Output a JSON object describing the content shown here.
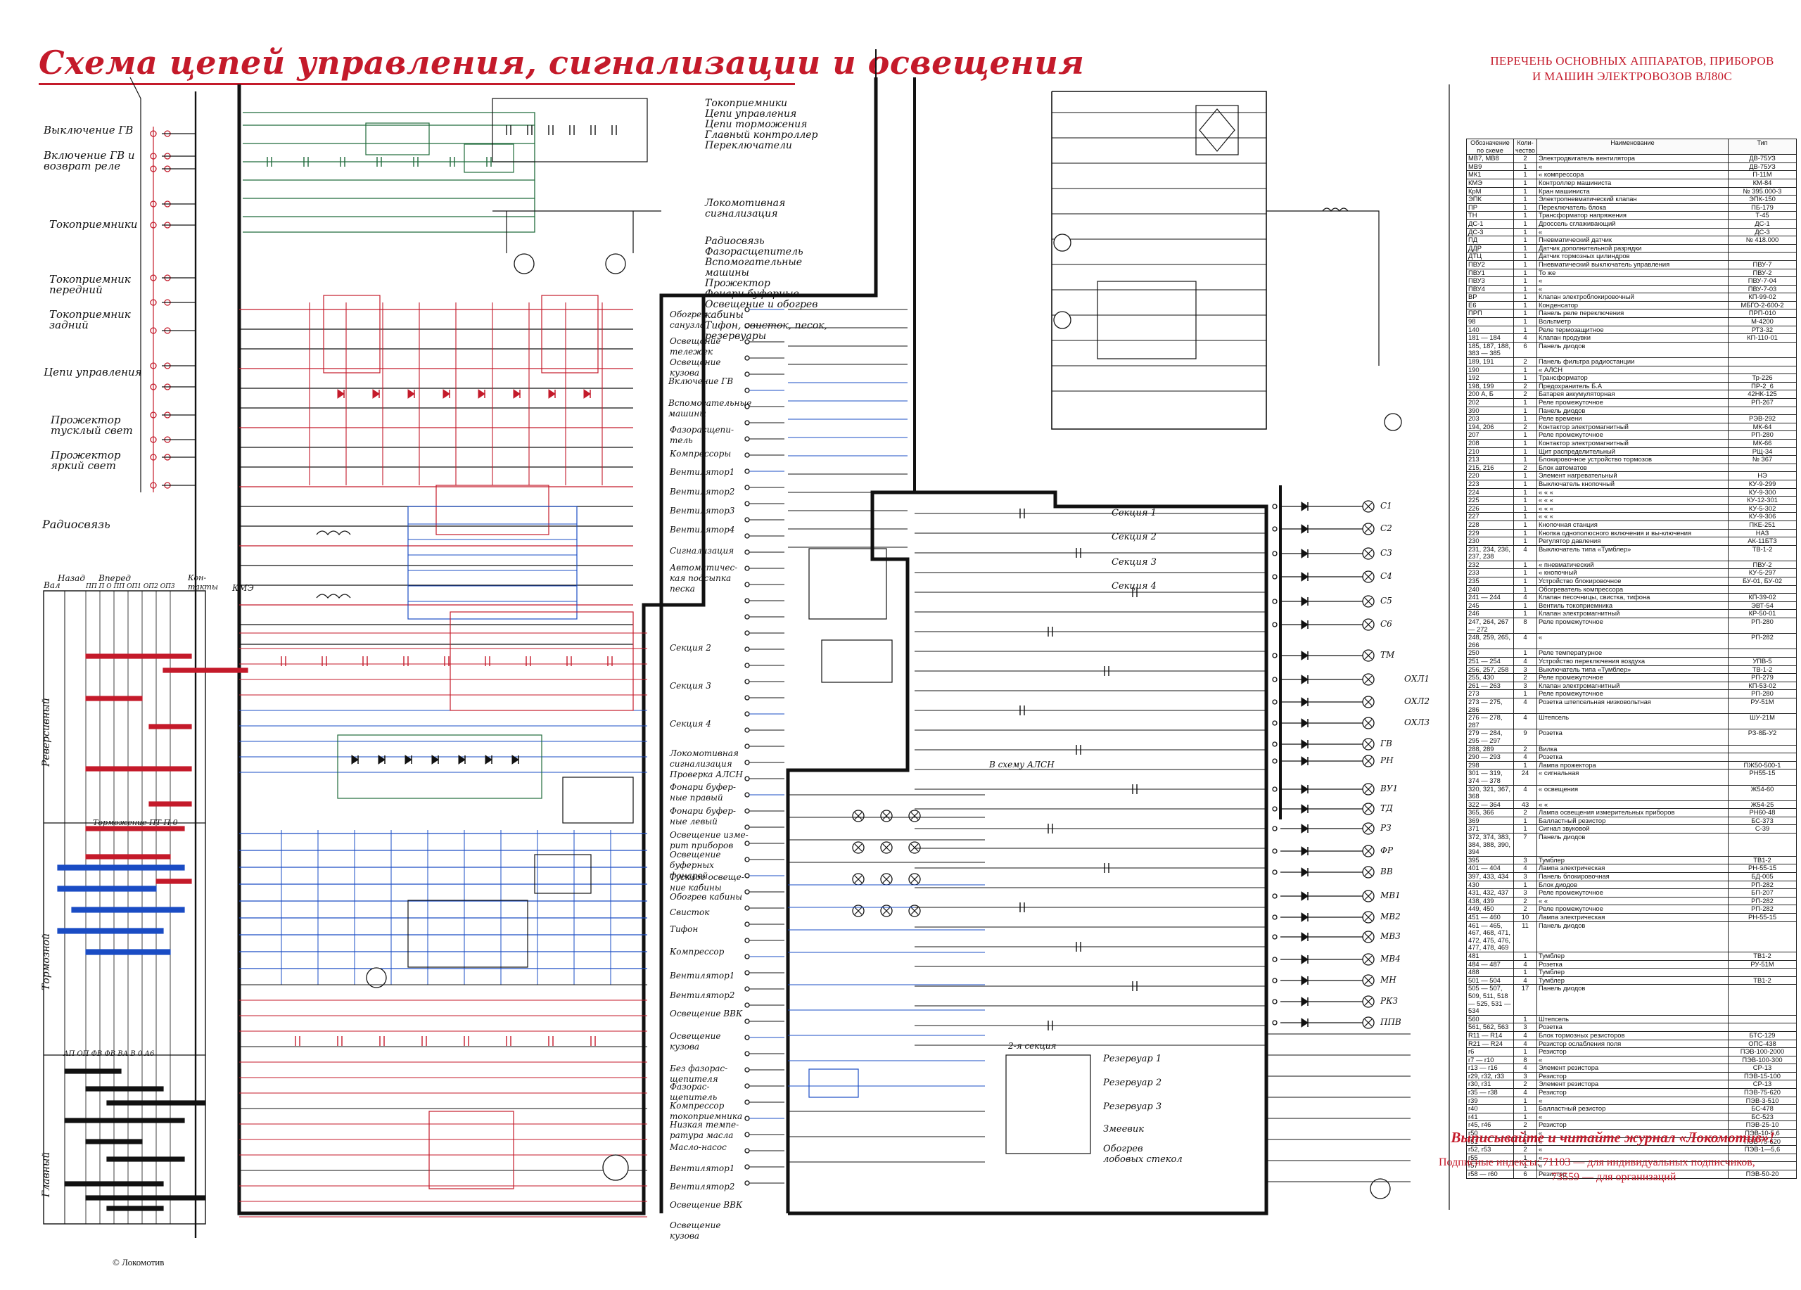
{
  "title": "Схема цепей управления, сигнализации и освещения",
  "perechen": {
    "line1": "ПЕРЕЧЕНЬ ОСНОВНЫХ АППАРАТОВ, ПРИБОРОВ",
    "line2": "И МАШИН ЭЛЕКТРОВОЗОВ ВЛ80С"
  },
  "spec_table": {
    "headers": [
      "Обозначение по схеме",
      "Коли-чество",
      "Наименование",
      "Тип"
    ],
    "rows": [
      [
        "МВ7, МВ8",
        "2",
        "Электродвигатель вентилятора",
        "ДВ-75УЗ"
      ],
      [
        "МВ9",
        "1",
        "«",
        "ДВ-75УЗ"
      ],
      [
        "МК1",
        "1",
        "« компрессора",
        "П-11М"
      ],
      [
        "КМЭ",
        "1",
        "Контроллер машиниста",
        "КМ-84"
      ],
      [
        "КрМ",
        "1",
        "Кран машиниста",
        "№ 395.000-3"
      ],
      [
        "ЭПК",
        "1",
        "Электропневматический клапан",
        "ЭПК-150"
      ],
      [
        "ПР",
        "1",
        "Переключатель блока",
        "ПБ-179"
      ],
      [
        "ТН",
        "1",
        "Трансформатор напряжения",
        "Т-45"
      ],
      [
        "ДС-1",
        "1",
        "Дроссель сглаживающий",
        "ДС-1"
      ],
      [
        "ДС-3",
        "1",
        "«",
        "ДС-3"
      ],
      [
        "ПД",
        "1",
        "Пневматический датчик",
        "№ 418.000"
      ],
      [
        "ДДР",
        "1",
        "Датчик дополнительной разрядки",
        ""
      ],
      [
        "ДТЦ",
        "1",
        "Датчик тормозных цилиндров",
        ""
      ],
      [
        "ПВУ2",
        "1",
        "Пневматический выключатель управления",
        "ПВУ-7"
      ],
      [
        "ПВУ1",
        "1",
        "То же",
        "ПВУ-2"
      ],
      [
        "ПВУ3",
        "1",
        "«",
        "ПВУ-7-04"
      ],
      [
        "ПВУ4",
        "1",
        "«",
        "ПВУ-7-03"
      ],
      [
        "ВР",
        "1",
        "Клапан электроблокировочный",
        "КП-99-02"
      ],
      [
        "Е6",
        "1",
        "Конденсатор",
        "МБГО-2-600-2"
      ],
      [
        "ПРП",
        "1",
        "Панель реле переключения",
        "ПРП-010"
      ],
      [
        "98",
        "1",
        "Вольтметр",
        "М-4200"
      ],
      [
        "140",
        "1",
        "Реле термозащитное",
        "РТ3-32"
      ],
      [
        "181 — 184",
        "4",
        "Клапан продувки",
        "КП-110-01"
      ],
      [
        "185, 187, 188, 383 — 385",
        "6",
        "Панель диодов",
        ""
      ],
      [
        "189, 191",
        "2",
        "Панель фильтра радиостанции",
        ""
      ],
      [
        "190",
        "1",
        "« АЛСН",
        ""
      ],
      [
        "192",
        "1",
        "Трансформатор",
        "Тр-226"
      ],
      [
        "198, 199",
        "2",
        "Предохранитель Б.А",
        "ПР-2_6"
      ],
      [
        "200 А, Б",
        "2",
        "Батарея аккумуляторная",
        "42НК-125"
      ],
      [
        "202",
        "1",
        "Реле промежуточное",
        "РП-267"
      ],
      [
        "390",
        "1",
        "Панель диодов",
        ""
      ],
      [
        "203",
        "1",
        "Реле времени",
        "РЭВ-292"
      ],
      [
        "194, 206",
        "2",
        "Контактор электромагнитный",
        "МК-64"
      ],
      [
        "207",
        "1",
        "Реле промежуточное",
        "РП-280"
      ],
      [
        "208",
        "1",
        "Контактор электромагнитный",
        "МК-66"
      ],
      [
        "210",
        "1",
        "Щит распределительный",
        "РЩ-34"
      ],
      [
        "213",
        "1",
        "Блокировочное устройство тормозов",
        "№ 367"
      ],
      [
        "215, 216",
        "2",
        "Блок автоматов",
        ""
      ],
      [
        "220",
        "1",
        "Элемент нагревательный",
        "НЭ"
      ],
      [
        "223",
        "1",
        "Выключатель кнопочный",
        "КУ-9-299"
      ],
      [
        "224",
        "1",
        "« « «",
        "КУ-9-300"
      ],
      [
        "225",
        "1",
        "« « «",
        "КУ-12-301"
      ],
      [
        "226",
        "1",
        "« « «",
        "КУ-5-302"
      ],
      [
        "227",
        "1",
        "« « «",
        "КУ-9-306"
      ],
      [
        "228",
        "1",
        "Кнопочная станция",
        "ПКЕ-251"
      ],
      [
        "229",
        "1",
        "Кнопка однополюсного включения и вы-ключения",
        "НАЗ"
      ],
      [
        "230",
        "1",
        "Регулятор давления",
        "АК-11БТЗ"
      ],
      [
        "231, 234, 236, 237, 238",
        "4",
        "Выключатель типа «Тумблер»",
        "ТВ-1-2"
      ],
      [
        "232",
        "1",
        "« пневматический",
        "ПВУ-2"
      ],
      [
        "233",
        "1",
        "« кнопочный",
        "КУ-5-297"
      ],
      [
        "235",
        "1",
        "Устройство блокировочное",
        "БУ-01, БУ-02"
      ],
      [
        "240",
        "1",
        "Обогреватель компрессора",
        ""
      ],
      [
        "241 — 244",
        "4",
        "Клапан песочницы, свистка, тифона",
        "КП-39-02"
      ],
      [
        "245",
        "1",
        "Вентиль токоприемника",
        "ЭВТ-54"
      ],
      [
        "246",
        "1",
        "Клапан электромагнитный",
        "КР-50-01"
      ],
      [
        "247, 264, 267 — 272",
        "8",
        "Реле промежуточное",
        "РП-280"
      ],
      [
        "248, 259, 265, 266",
        "4",
        "«",
        "РП-282"
      ],
      [
        "250",
        "1",
        "Реле температурное",
        ""
      ],
      [
        "251 — 254",
        "4",
        "Устройство переключения воздуха",
        "УПВ-5"
      ],
      [
        "256, 257, 258",
        "3",
        "Выключатель типа «Тумблер»",
        "ТВ-1-2"
      ],
      [
        "255, 430",
        "2",
        "Реле промежуточное",
        "РП-279"
      ],
      [
        "261 — 263",
        "3",
        "Клапан электромагнитный",
        "КП-53-02"
      ],
      [
        "273",
        "1",
        "Реле промежуточное",
        "РП-280"
      ],
      [
        "273 — 275, 286",
        "4",
        "Розетка штепсельная низковольтная",
        "РУ-51М"
      ],
      [
        "276 — 278, 287",
        "4",
        "Штепсель",
        "ШУ-21М"
      ],
      [
        "279 — 284, 295 — 297",
        "9",
        "Розетка",
        "РЗ-8Б-У2"
      ],
      [
        "288, 289",
        "2",
        "Вилка",
        ""
      ],
      [
        "290 — 293",
        "4",
        "Розетка",
        ""
      ],
      [
        "298",
        "1",
        "Лампа прожектора",
        "ПЖ50-500-1"
      ],
      [
        "301 — 319, 374 — 378",
        "24",
        "« сигнальная",
        "РН55-15"
      ],
      [
        "320, 321, 367, 368",
        "4",
        "« освещения",
        "Ж54-60"
      ],
      [
        "322 — 364",
        "43",
        "« «",
        "Ж54-25"
      ],
      [
        "365, 366",
        "2",
        "Лампа освещения измерительных приборов",
        "РН60-48"
      ],
      [
        "369",
        "1",
        "Балластный резистор",
        "БС-373"
      ],
      [
        "371",
        "1",
        "Сигнал звуковой",
        "С-39"
      ],
      [
        "372, 374, 383, 384, 388, 390, 394",
        "7",
        "Панель диодов",
        ""
      ],
      [
        "395",
        "3",
        "Тумблер",
        "ТВ1-2"
      ],
      [
        "401 — 404",
        "4",
        "Лампа электрическая",
        "РН-55-15"
      ],
      [
        "397, 433, 434",
        "3",
        "Панель блокировочная",
        "БД-005"
      ],
      [
        "430",
        "1",
        "Блок диодов",
        "РП-282"
      ],
      [
        "431, 432, 437",
        "3",
        "Реле промежуточное",
        "БП-207"
      ],
      [
        "438, 439",
        "2",
        "« «",
        "РП-282"
      ],
      [
        "449, 450",
        "2",
        "Реле промежуточное",
        "РП-282"
      ],
      [
        "451 — 460",
        "10",
        "Лампа электрическая",
        "РН-55-15"
      ],
      [
        "461 — 465, 467, 468, 471, 472, 475, 476, 477, 478, 469",
        "11",
        "Панель диодов",
        ""
      ],
      [
        "481",
        "1",
        "Тумблер",
        "ТВ1-2"
      ],
      [
        "484 — 487",
        "4",
        "Розетка",
        "РУ-51М"
      ],
      [
        "488",
        "1",
        "Тумблер",
        ""
      ],
      [
        "501 — 504",
        "4",
        "Тумблер",
        "ТВ1-2"
      ],
      [
        "505 — 507, 509, 511, 518 — 525, 531 — 534",
        "17",
        "Панель диодов",
        ""
      ],
      [
        "560",
        "1",
        "Штепсель",
        ""
      ],
      [
        "561, 562, 563",
        "3",
        "Розетка",
        ""
      ],
      [
        "R11 — R14",
        "4",
        "Блок тормозных резисторов",
        "БТС-129"
      ],
      [
        "R21 — R24",
        "4",
        "Резистор ослабления поля",
        "ОПС-438"
      ],
      [
        "r6",
        "1",
        "Резистор",
        "ПЭВ-100-2000"
      ],
      [
        "r7 — r10",
        "8",
        "«",
        "ПЭВ-100-300"
      ],
      [
        "r13 — r16",
        "4",
        "Элемент резистора",
        "СР-13"
      ],
      [
        "r29, r32, r33",
        "3",
        "Резистор",
        "ПЭВ-15-100"
      ],
      [
        "r30, r31",
        "2",
        "Элемент резистора",
        "СР-13"
      ],
      [
        "r35 — r38",
        "4",
        "Резистор",
        "ПЭВ-75-620"
      ],
      [
        "r39",
        "1",
        "«",
        "ПЭВ-3-510"
      ],
      [
        "r40",
        "1",
        "Балластный резистор",
        "БС-478"
      ],
      [
        "r41",
        "1",
        "«",
        "БС-523"
      ],
      [
        "r45, r46",
        "2",
        "Резистор",
        "ПЭВ-25-10"
      ],
      [
        "r50",
        "1",
        "«",
        "ПЭВ-10-5,6"
      ],
      [
        "r51",
        "1",
        "«",
        "ПЭВ-75-620"
      ],
      [
        "r52, r53",
        "2",
        "«",
        "ПЭВ-1—5,6"
      ],
      [
        "r55",
        "1",
        "«",
        ""
      ],
      [
        "r57",
        "1",
        "«",
        ""
      ],
      [
        "r58 — r60",
        "6",
        "Резистор",
        "ПЭВ-50-20"
      ]
    ]
  },
  "left_labels": [
    {
      "text": "Выключение ГВ"
    },
    {
      "text": "Включение ГВ и\nвозврат реле"
    },
    {
      "text": "Токоприемники"
    },
    {
      "text": "Токоприемник\nпередний"
    },
    {
      "text": "Токоприемник\nзадний"
    },
    {
      "text": "Цепи управления"
    },
    {
      "text": "Прожектор\nтусклый свет"
    },
    {
      "text": "Прожектор\nяркий свет"
    },
    {
      "text": "Радиосвязь"
    }
  ],
  "kmz": {
    "title": "КМЭ",
    "col_val": "Вал",
    "col_back": "Назад",
    "col_fwd": "Вперед",
    "col_pos": "ПП П О ПП ОП1 ОП2 ОП3",
    "col_kont": "Кон-такты",
    "sections": [
      "Реверсивный",
      "Тормозной",
      "Главный"
    ],
    "brake_hdr": "Торможение ПТ П 0",
    "main_hdr": "АП ОП ФВ ФВ ВА В 0 А6"
  },
  "mid_labels": [
    {
      "text": "Токоприемники\nЦепи управления\nЦепи торможения\nГлавный контроллер\nПереключатели"
    },
    {
      "text": "Локомотивная\nсигнализация"
    },
    {
      "text": "Радиосвязь\nФазорасщепитель\nВспомогательные\nмашины\nПрожектор\nФонари буферные\nОсвещение и обогрев\nкабины\nТифон, свисток, песок,\nрезервуары"
    }
  ],
  "left2_labels": [
    "Обогрев\nсанузла",
    "Освещение\nтележек",
    "Освещение\nкузова",
    "Включение ГВ",
    "Вспомогательные\nмашины",
    "Фазорасщепи-\nтель",
    "Компрессоры",
    "Вентилятор1",
    "Вентилятор2",
    "Вентилятор3",
    "Вентилятор4",
    "Сигнализация",
    "Автоматичес-\nкая подсыпка\nпеска",
    "Секция 2",
    "Секция 3",
    "Секция 4",
    "Локомотивная\nсигнализация",
    "Проверка АЛСН",
    "Фонари буфер-\nные правый",
    "Фонари буфер-\nные левый",
    "Освещение изме-\nрит приборов",
    "Освещение\nбуферных\nфонарей",
    "Тусклое освеще-\nние кабины",
    "Обогрев кабины",
    "Свисток",
    "Тифон",
    "Компрессор",
    "Вентилятор1",
    "Вентилятор2",
    "Освещение ВВК",
    "Освещение\nкузова",
    "Без фазорас-\nщепителя",
    "Фазорас-\nщепитель",
    "Компрессор\nтокоприемника",
    "Низкая темпе-\nратура масла",
    "Масло-насос",
    "Вентилятор1",
    "Вентилятор2",
    "Освещение ВВК",
    "Освещение\nкузова"
  ],
  "right_labels": [
    "Секция 1",
    "Секция 2",
    "Секция 3",
    "Секция 4",
    "Резервуар 1",
    "Резервуар 2",
    "Резервуар 3",
    "Змеевик",
    "Обогрев\nлобовых стекол",
    "2-я секция",
    "В схему АЛСН"
  ],
  "lamp_labels": [
    "С1",
    "С2",
    "С3",
    "С4",
    "С5",
    "С6",
    "ТМ",
    "ОХЛ1",
    "ОХЛ2",
    "ОХЛ3",
    "ГВ",
    "РН",
    "ВУ1",
    "ТД",
    "РЗ",
    "ФР",
    "ВВ",
    "МВ1",
    "МВ2",
    "МВ3",
    "МВ4",
    "МН",
    "РКЗ",
    "ППВ"
  ],
  "promo": "Выписывайте и читайте журнал «Локомотив»!",
  "indexes": {
    "line1": "Подписные индексы:  71103 — для индивидуальных подписчиков,",
    "line2": "73559 — для организаций"
  },
  "copyright": "© Локомотив",
  "colors": {
    "red": "#c41a2a",
    "blue": "#1a4cc4",
    "green": "#1f6a3a",
    "black": "#111111"
  }
}
